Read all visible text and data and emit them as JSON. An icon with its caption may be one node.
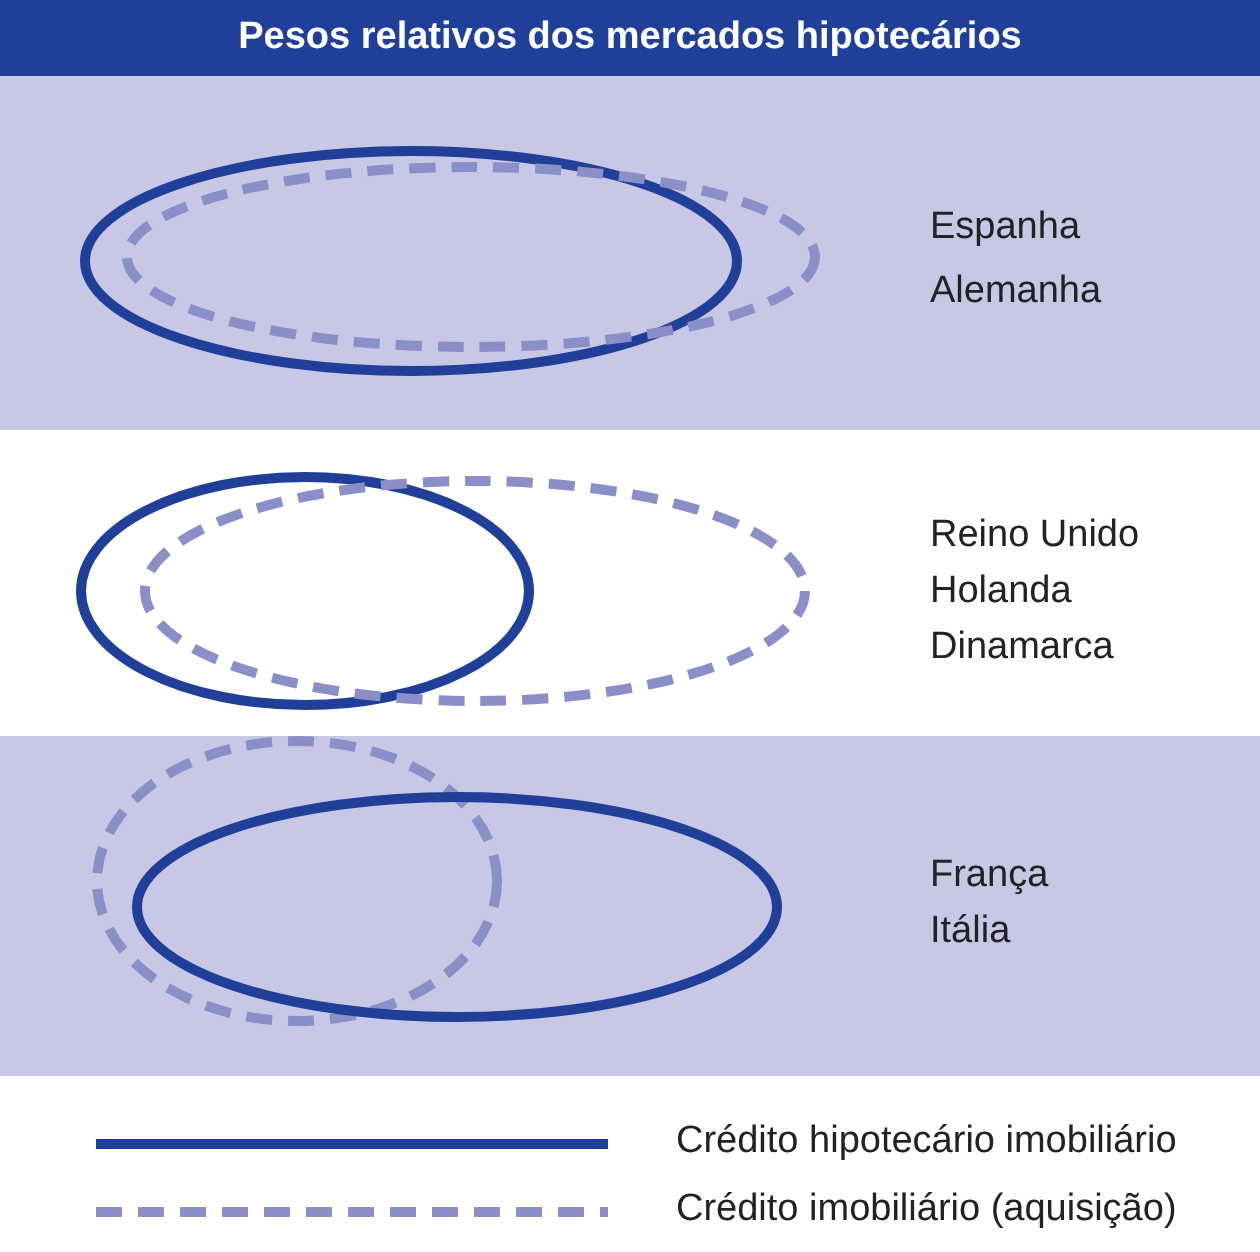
{
  "diagram": {
    "title": "Pesos relativos dos mercados hipotecários",
    "nodes": [
      {
        "text": [
          "Espanha",
          "Alemanha"
        ]
      },
      {
        "text": [],
        "shape": "ellipse",
        "in": 0
      },
      {
        "text": [],
        "shape": "ellipse",
        "in": 0
      },
      {
        "text": [
          "Reino Unido",
          "Holanda",
          "Dinamarca"
        ]
      },
      {
        "text": [],
        "shape": "ellipse",
        "in": 3
      },
      {
        "text": [],
        "shape": "ellipse",
        "in": 3
      },
      {
        "text": [
          "França",
          "Itália"
        ]
      },
      {
        "text": [],
        "shape": "ellipse",
        "in": 6
      },
      {
        "text": [],
        "shape": "ellipse",
        "in": 6
      }
    ],
    "legend": [
      {
        "text": "Crédito hipotecário imobiliário"
      },
      {
        "text": "Crédito imobiliário (aquisição)"
      }
    ]
  }
}
